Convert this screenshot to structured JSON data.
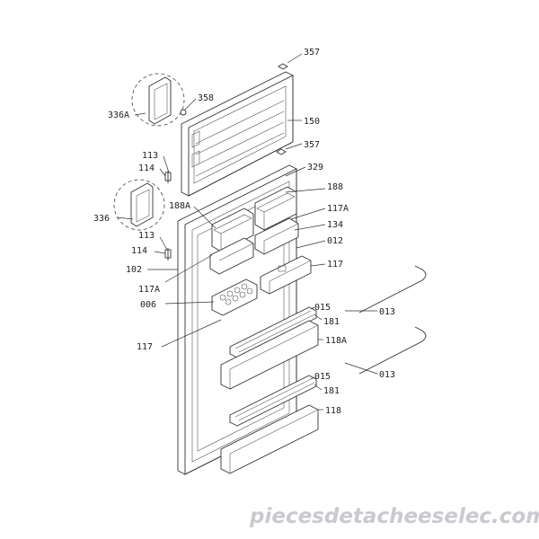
{
  "labels": {
    "l357a": "357",
    "l358": "358",
    "l336A": "336A",
    "l150": "150",
    "l357b": "357",
    "l113a": "113",
    "l114a": "114",
    "l329": "329",
    "l188": "188",
    "l188A": "188A",
    "l117Aa": "117A",
    "l336": "336",
    "l134": "134",
    "l113b": "113",
    "l012": "012",
    "l114b": "114",
    "l117a": "117",
    "l102": "102",
    "l117Ab": "117A",
    "l006": "006",
    "l015a": "015",
    "l013a": "013",
    "l181a": "181",
    "l117b": "117",
    "l118A": "118A",
    "l013b": "013",
    "l015b": "015",
    "l181b": "181",
    "l118": "118"
  },
  "watermark": "piecesdetacheeselec.com",
  "colors": {
    "line": "#333333",
    "watermark": "#c9c9d0",
    "background": "#ffffff"
  }
}
